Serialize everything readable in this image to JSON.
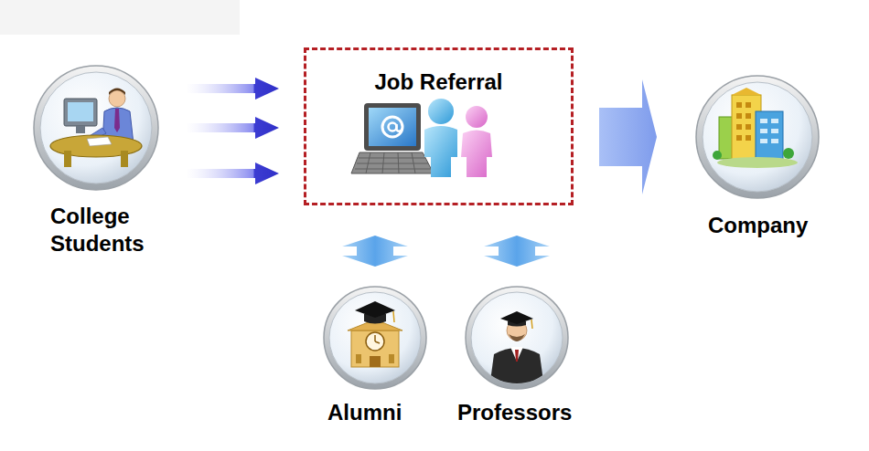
{
  "diagram": {
    "nodes": [
      {
        "text": [
          "College Students"
        ]
      },
      {
        "text": [
          "Job Referral"
        ]
      },
      {
        "text": [
          "Company"
        ]
      },
      {
        "text": [
          "Alumni"
        ]
      },
      {
        "text": [
          "Professors"
        ]
      }
    ],
    "edges": [
      {
        "from": 0,
        "to": 1,
        "arrow": "to"
      },
      {
        "from": 0,
        "to": 1,
        "arrow": "to"
      },
      {
        "from": 0,
        "to": 1,
        "arrow": "to"
      },
      {
        "from": 1,
        "to": 2,
        "arrow": "to"
      },
      {
        "from": 3,
        "to": 1,
        "arrow": "both"
      },
      {
        "from": 4,
        "to": 1,
        "arrow": "both"
      }
    ]
  }
}
